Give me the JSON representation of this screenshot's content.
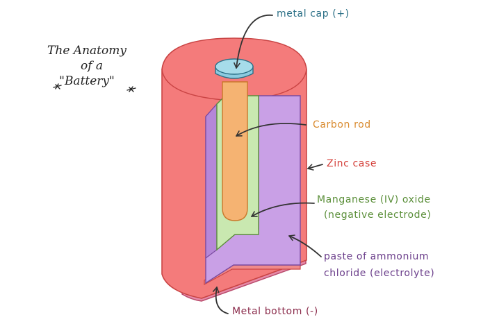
{
  "title": {
    "line1": "The Anatomy",
    "line2": "of a",
    "line3": "\"Battery\""
  },
  "labels": {
    "metal_cap": "metal cap (+)",
    "carbon_rod": "Carbon rod",
    "zinc_case": "Zinc case",
    "manganese_line1": "Manganese (IV) oxide",
    "manganese_line2": "(negative electrode)",
    "paste_line1": "paste of ammonium",
    "paste_line2": "chloride (electrolyte)",
    "metal_bottom": "Metal bottom (-)"
  },
  "colors": {
    "metal_cap": "#2a6f86",
    "carbon_rod": "#d98a2e",
    "zinc_case": "#d4403a",
    "manganese": "#5b8f3a",
    "paste": "#6a3d8a",
    "metal_bottom": "#8a2a4a",
    "case_fill": "#f47b7b",
    "purple_fill": "#c9a0e6",
    "green_fill": "#c9e8b0",
    "rod_fill": "#f5b372",
    "cap_fill": "#a6dcea"
  }
}
